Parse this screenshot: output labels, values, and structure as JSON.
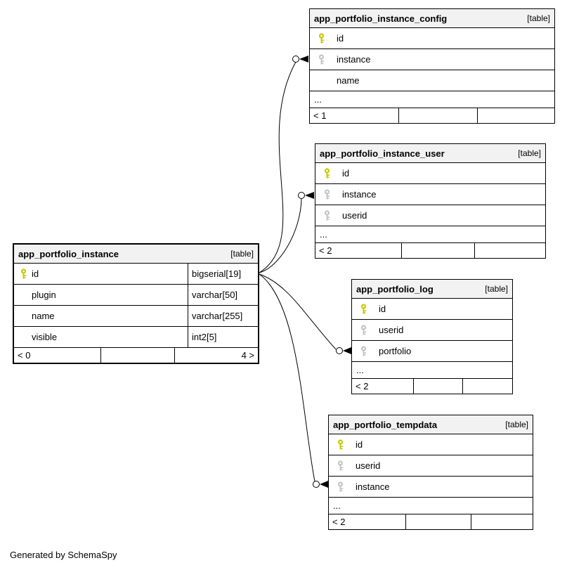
{
  "page": {
    "footer_note": "Generated by SchemaSpy"
  },
  "colors": {
    "header_bg": "#f2f2f2",
    "edge_color": "#000000",
    "primary_key_color": "#c8c800",
    "foreign_key_color": "#c4c4c4",
    "border_color": "#000000"
  },
  "icons": {
    "primary_key": "yellow-key-icon",
    "foreign_key": "gray-key-icon"
  },
  "tables": [
    {
      "name": "app_portfolio_instance_config",
      "tag": "[table]",
      "columns": [
        {
          "key": "primary",
          "name": "id"
        },
        {
          "key": "foreign",
          "name": "instance"
        },
        {
          "key": "none",
          "name": "name"
        }
      ],
      "truncated": "...",
      "footer": {
        "left": "< 1",
        "mid": "",
        "right": ""
      }
    },
    {
      "name": "app_portfolio_instance_user",
      "tag": "[table]",
      "columns": [
        {
          "key": "primary",
          "name": "id"
        },
        {
          "key": "foreign",
          "name": "instance"
        },
        {
          "key": "foreign",
          "name": "userid"
        }
      ],
      "truncated": "...",
      "footer": {
        "left": "< 2",
        "mid": "",
        "right": ""
      }
    },
    {
      "name": "app_portfolio_instance",
      "tag": "[table]",
      "columns": [
        {
          "key": "primary",
          "name": "id",
          "type": "bigserial[19]"
        },
        {
          "key": "none",
          "name": "plugin",
          "type": "varchar[50]"
        },
        {
          "key": "none",
          "name": "name",
          "type": "varchar[255]"
        },
        {
          "key": "none",
          "name": "visible",
          "type": "int2[5]"
        }
      ],
      "footer": {
        "left": "< 0",
        "mid": "",
        "right": "4 >"
      }
    },
    {
      "name": "app_portfolio_log",
      "tag": "[table]",
      "columns": [
        {
          "key": "primary",
          "name": "id"
        },
        {
          "key": "foreign",
          "name": "userid"
        },
        {
          "key": "foreign",
          "name": "portfolio"
        }
      ],
      "truncated": "...",
      "footer": {
        "left": "< 2",
        "mid": "",
        "right": ""
      }
    },
    {
      "name": "app_portfolio_tempdata",
      "tag": "[table]",
      "columns": [
        {
          "key": "primary",
          "name": "id"
        },
        {
          "key": "foreign",
          "name": "userid"
        },
        {
          "key": "foreign",
          "name": "instance"
        }
      ],
      "truncated": "...",
      "footer": {
        "left": "< 2",
        "mid": "",
        "right": ""
      }
    }
  ],
  "relationships": [
    {
      "from": "app_portfolio_instance.id",
      "to": "app_portfolio_instance_config.instance"
    },
    {
      "from": "app_portfolio_instance.id",
      "to": "app_portfolio_instance_user.instance"
    },
    {
      "from": "app_portfolio_instance.id",
      "to": "app_portfolio_log.portfolio"
    },
    {
      "from": "app_portfolio_instance.id",
      "to": "app_portfolio_tempdata.instance"
    }
  ]
}
